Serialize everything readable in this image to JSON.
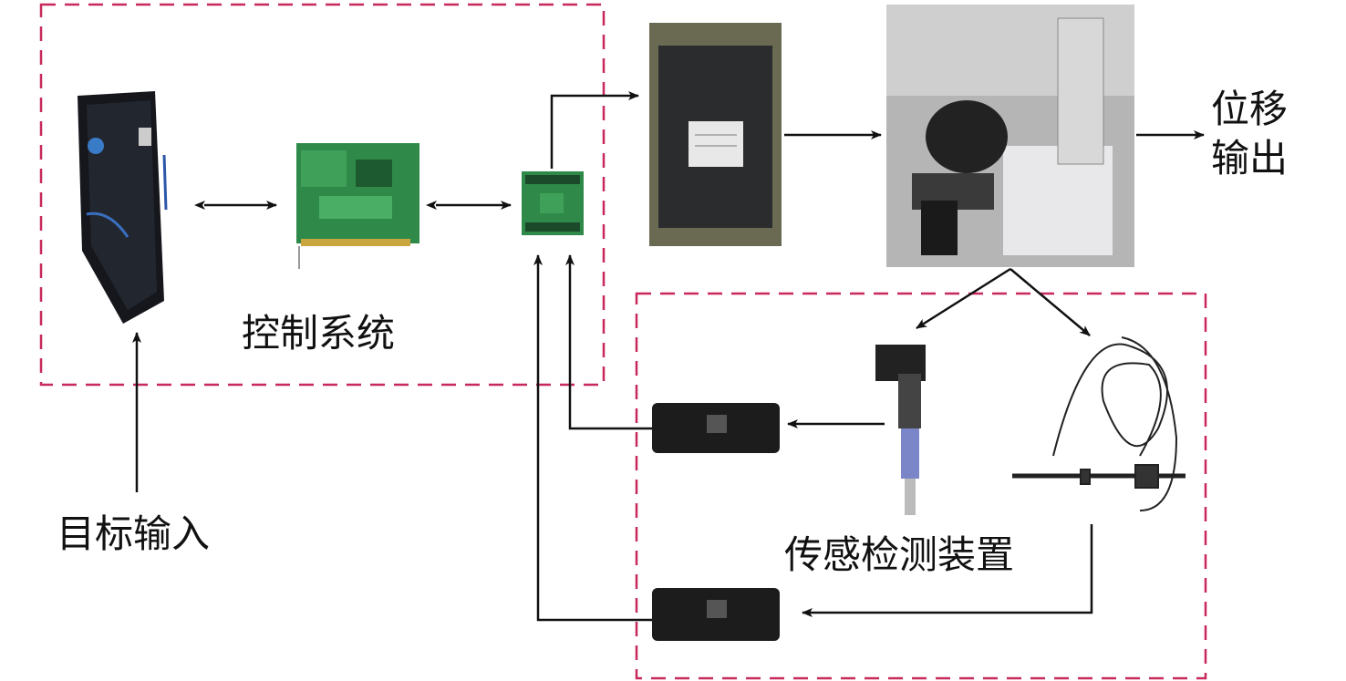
{
  "labels": {
    "control_system": "控制系统",
    "displacement_output_line1": "位移",
    "displacement_output_line2": "输出",
    "target_input": "目标输入",
    "sensing_device": "传感检测装置"
  },
  "colors": {
    "dash_box": "#c8285a",
    "arrow": "#111111"
  }
}
